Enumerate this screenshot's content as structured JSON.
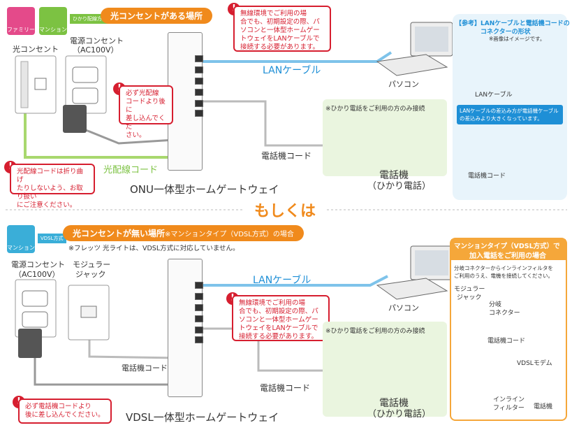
{
  "top": {
    "icon_family": "ファミリー",
    "icon_mansion": "マンション",
    "tag_hikari": "ひかり配線方式",
    "heading": "光コンセントがある場所",
    "outlet_hikari": "光コンセント",
    "outlet_power_1": "電源コンセント",
    "outlet_power_2": "（AC100V）",
    "warn_top": "無線環境でご利用の場\n合でも、初期設定の際、パ\nソコンと一体型ホームゲー\nトウェイをLANケーブルで\n接続する必要があります。",
    "warn_fiber": "必ず光配線\nコードより後に\n差し込んでくだ\nさい。",
    "warn_bend": "光配線コードは折り曲げ\nたりしないよう、お取り扱い\nにご注意ください。",
    "lan_cable": "LANケーブル",
    "pc": "パソコン",
    "hikari_note": "※ひかり電話をご利用の方のみ接続",
    "phone_cord": "電話機コード",
    "fiber_cord": "光配線コード",
    "phone_1": "電話機",
    "phone_2": "（ひかり電話）",
    "device": "ONU一体型ホームゲートウェイ"
  },
  "ref": {
    "title_1": "【参考】LANケーブルと電話機コードの",
    "title_2": "コネクターの形状",
    "note": "※画像はイメージです。",
    "lan_label": "LANケーブル",
    "banner": "LANケーブルの差込み方が電話機ケーブル\nの差込みより大きくなっています。",
    "phone_label": "電話機コード"
  },
  "divider": "もしくは",
  "bottom": {
    "icon_mansion": "マンション",
    "tag_vdsl": "VDSL方式",
    "heading": "光コンセントが無い場所",
    "heading_sub": "※マンションタイプ（VDSL方式）の場合",
    "note_flets": "※フレッツ 光ライトは、VDSL方式に対応していません。",
    "outlet_power_1": "電源コンセント",
    "outlet_power_2": "（AC100V）",
    "modular_1": "モジュラー",
    "modular_2": "ジャック",
    "lan_cable": "LANケーブル",
    "warn_lan": "無線環境でご利用の場\n合でも、初期設定の際、パ\nソコンと一体型ホームゲー\nトウェイをLANケーブルで\n接続する必要があります。",
    "pc": "パソコン",
    "hikari_note": "※ひかり電話をご利用の方のみ接続",
    "phone_cord_left": "電話機コード",
    "phone_cord_right": "電話機コード",
    "phone_1": "電話機",
    "phone_2": "（ひかり電話）",
    "warn_order": "必ず電話機コードより\n後に差し込んでください。",
    "device": "VDSL一体型ホームゲートウェイ"
  },
  "vdsl_panel": {
    "title_1": "マンションタイプ（VDSL方式）で",
    "title_2": "加入電話をご利用の場合",
    "desc_1": "分岐コネクターからインラインフィルタを",
    "desc_2": "ご利用のうえ、電機を接続してください。",
    "modular_1": "モジュラー",
    "modular_2": "ジャック",
    "splitter_1": "分岐",
    "splitter_2": "コネクター",
    "phone_cord": "電話機コード",
    "modem": "VDSLモデム",
    "filter_1": "インライン",
    "filter_2": "フィルター",
    "phone": "電話機"
  },
  "colors": {
    "orange": "#f08a1c",
    "green": "#7cc242",
    "red": "#d61e2f",
    "blue": "#1e8fd6",
    "lan_blue": "#7ec3ea",
    "fiber_green": "#a8d86e"
  }
}
